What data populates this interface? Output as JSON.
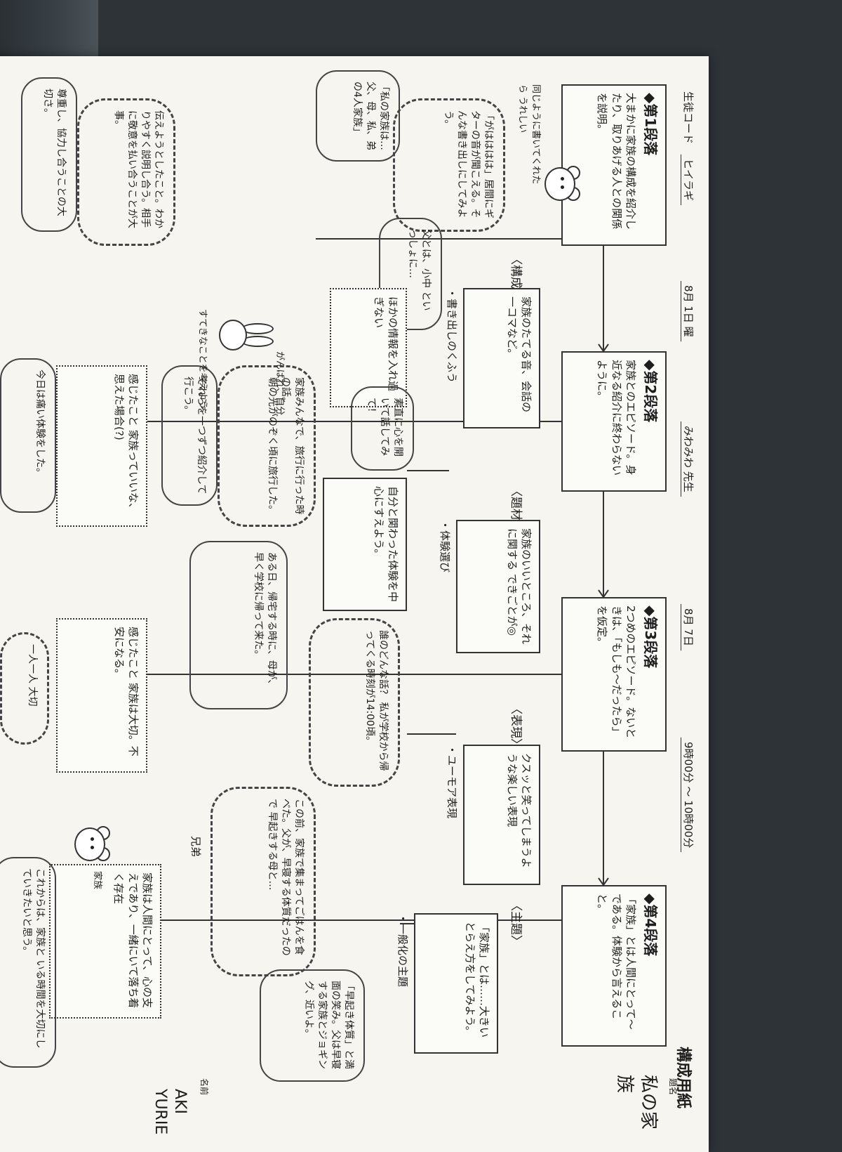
{
  "header": {
    "code_label": "生徒コード",
    "code_value": "ヒイラギ",
    "date1": "8月 1日 曜",
    "teacher": "みわみわ 先生",
    "date2": "8月 7日",
    "time": "9時00分 ～ 10時00分",
    "form_title": "構成用紙"
  },
  "essay": {
    "title_label": "題名",
    "title": "私の家族",
    "name_label": "名前",
    "name": "AKI YURIE"
  },
  "stages": [
    {
      "head": "◆第1段落",
      "text": "大まかに家族の構成を紹介したり、取りあげる人との関係を説明。"
    },
    {
      "head": "◆第2段落",
      "text": "家族とのエピソード。身近なる紹介に終わらないように。"
    },
    {
      "head": "◆第3段落",
      "text": "2つめのエピソード。ないときは、「もしも〜だったら」を仮定。"
    },
    {
      "head": "◆第4段落",
      "text": "「家族」とは人間にとって〜である。体験から言えること。"
    }
  ],
  "points": [
    {
      "label": "〈構成〉",
      "text": "家族のたてる音、会話の一コマなど。",
      "note": "・書き出しのくふう"
    },
    {
      "label": "〈題材〉",
      "text": "家族のいいところ、それに関する できごとが◎",
      "note": "・体験選び"
    },
    {
      "label": "〈表現〉",
      "text": "クスッと笑ってしまうような楽しい表現",
      "note": "・ユーモア表現"
    },
    {
      "label": "〈主題〉",
      "text": "「家族」とは……大きいとらえ方をしてみよう。",
      "note": "・一般化の主題"
    }
  ],
  "notes": {
    "s1_bubble": "「がはははは」居間にギターの音が聞こえる。そんな書き出しにしてみよう。",
    "s1_cloud": "「私の家族は…父、母、私、弟の4人家族」",
    "s1_bubble2": "父とは、小中 といっしょに…",
    "s1_teach": "ほかの情報を入れ過ぎない",
    "s1_hint": "伝えようとしたこと。わかりやすく説明し合う。相手に敬意を払い合うことが大事。",
    "s1_bottom": "尊重し、協力し合うことの大切さ。",
    "s2_bubble": "素直に心を開いて話してみて！",
    "s2_cloud": "自分と関わった体験を中心にすえよう。",
    "s2_box": "家族みんなで、旅行に行った時の話。",
    "s2_mid": "朝の光がのぞく頃に旅行した。",
    "s2_sub": "それらを一つずつ紹介して行こう。",
    "s2_felt": "感じたこと 家族っていいな、思えた場合(?)",
    "s2_bottom": "今日は痛い体験をした。",
    "s3_bubble": "誰のどんな話？ 私が学校から帰ってくる時刻が14:00頃。",
    "s3_box": "ある日、帰宅する時に、母が、早く学校に帰って来た。",
    "s3_felt": "感じたこと 家族は大切。不安になる。",
    "s3_bottom": "一人一人 大切",
    "s4_bubble": "この前、家族で集まってごはんを食べた。父が、早寝する体質だったので 早起きする母と…",
    "s4_box": "家族は人間にとって、心の支えであり、一緒にいて落ち着く存在",
    "s4_bottom": "これからは、家族と いる時間を大切にしていきたいと思う。",
    "s4_right": "「早起き体質」と満面の笑み。父は早寝する家族とジョギング、近いよ。",
    "s4_near": "兄弟"
  },
  "doodles": {
    "bear_speech": "同じように書いてくれたら うれしい",
    "rabbit_speech": "すてきなことを考えよう",
    "rabbit_label": "がんばれ、自分",
    "bear_label": "家族"
  },
  "colors": {
    "paper": "#f6f5f0",
    "ink": "#1e1e1e",
    "table": "#2e3338"
  }
}
